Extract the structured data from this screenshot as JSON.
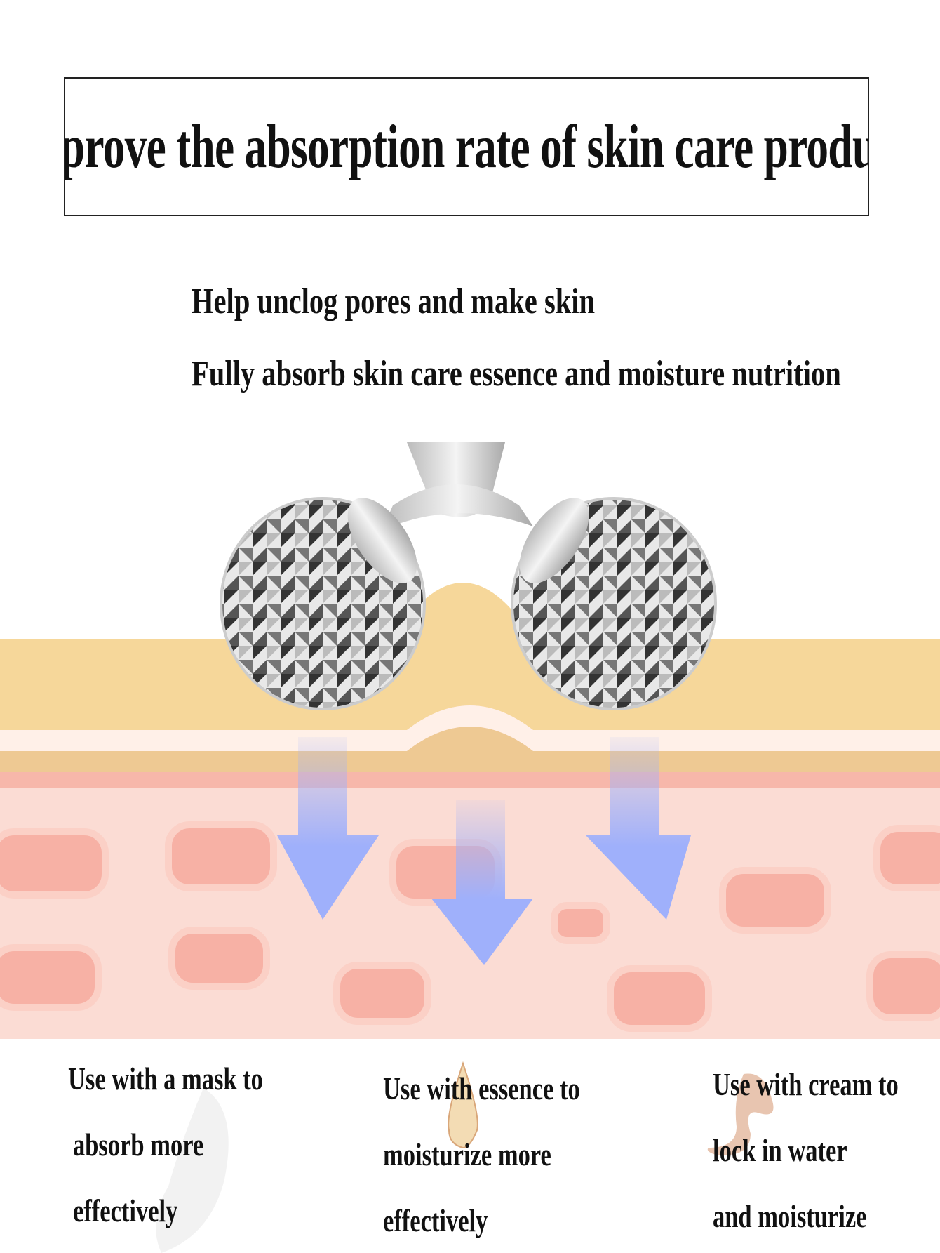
{
  "title": "Improve the absorption rate of skin care products",
  "subtitles": [
    "Help unclog pores and make skin",
    "Fully absorb skin care essence and moisture nutrition"
  ],
  "usage_columns": [
    {
      "icon": "face-mask-icon",
      "lines": [
        "Use with a mask to",
        "absorb more",
        "effectively"
      ]
    },
    {
      "icon": "essence-drop-icon",
      "lines": [
        "Use with essence to",
        "moisturize more",
        "effectively"
      ]
    },
    {
      "icon": "cream-swirl-icon",
      "lines": [
        "Use with cream to",
        "lock in water",
        "and moisturize"
      ]
    }
  ],
  "colors": {
    "skin_top": "#f6d79a",
    "skin_pink": "#fbdcd4",
    "cell": "#f7b1a5",
    "arrow": "#9fb0fb"
  }
}
